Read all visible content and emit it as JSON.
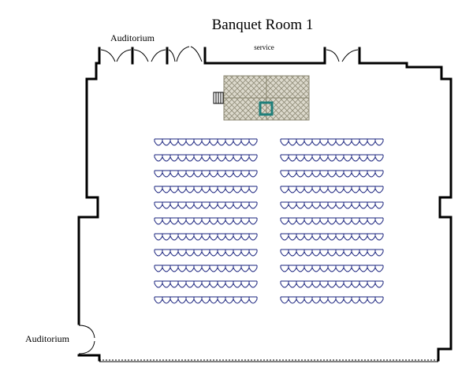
{
  "title": "Banquet Room 1",
  "labels": {
    "auditorium_top": "Auditorium",
    "auditorium_left": "Auditorium",
    "service": "service"
  },
  "seating": {
    "rows_per_section": 11,
    "chairs_per_row": 13,
    "sections": [
      "left",
      "right"
    ]
  },
  "colors": {
    "wall": "#000000",
    "chair": "#1a237e",
    "stage_fill": "#d6d3c4",
    "stage_stroke": "#8a8670",
    "podium": "#1f7f7a"
  }
}
